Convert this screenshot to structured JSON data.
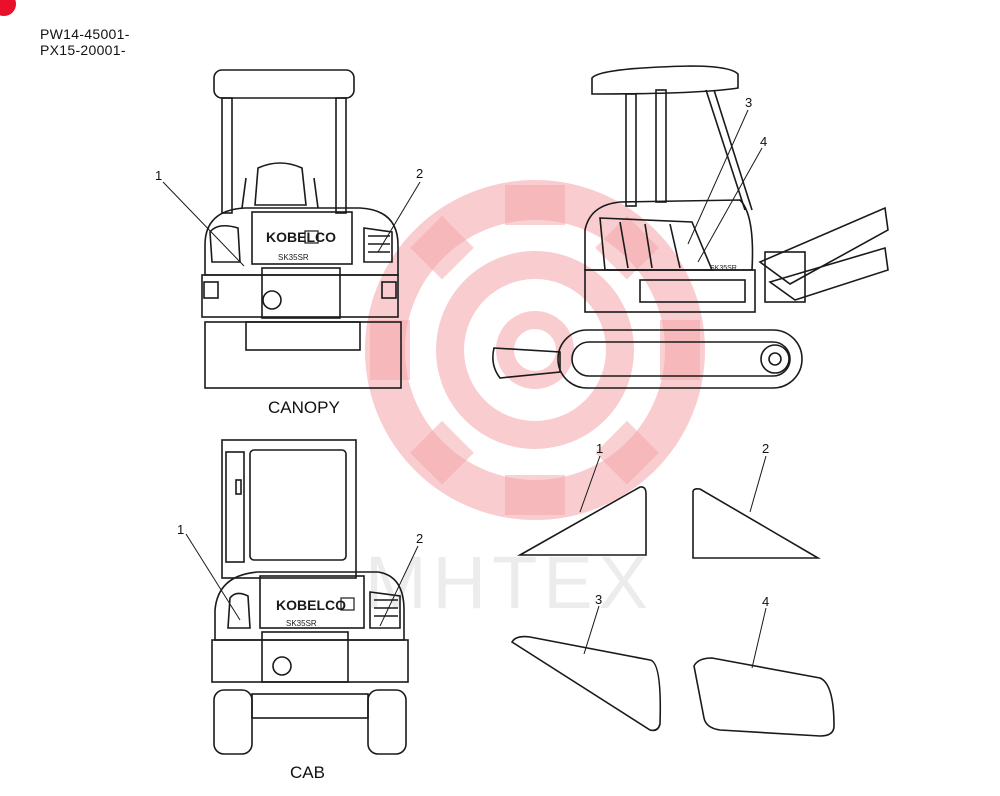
{
  "serial_numbers": [
    "PW14-45001-",
    "PX15-20001-"
  ],
  "views": {
    "canopy_label": "CANOPY",
    "cab_label": "CAB"
  },
  "brand": {
    "logo_text": "KOBELCO",
    "model_badge": "SK35SR"
  },
  "callouts": {
    "canopy_rear": [
      "1",
      "2"
    ],
    "side": [
      "3",
      "4"
    ],
    "cab_rear": [
      "1",
      "2"
    ],
    "decal_shapes": [
      "1",
      "2",
      "3",
      "4"
    ]
  },
  "watermark_text": "MHTEX",
  "colors": {
    "line": "#1a1a1a",
    "accent_red": "#e8102a",
    "watermark": "#f4a3a8"
  }
}
